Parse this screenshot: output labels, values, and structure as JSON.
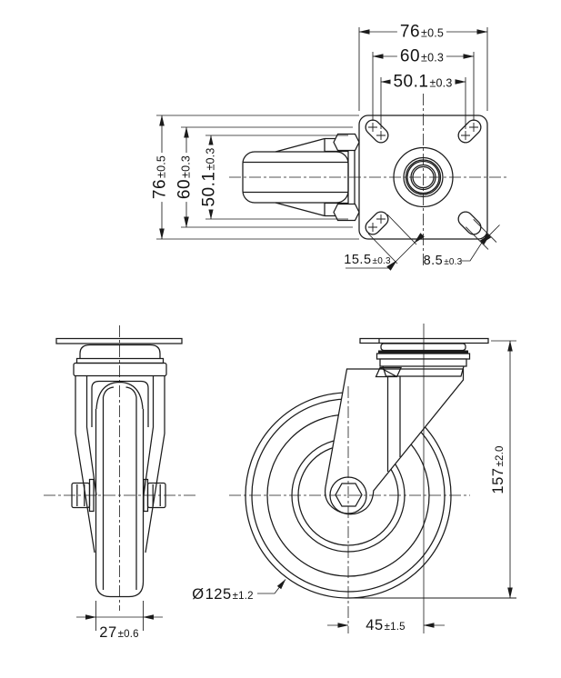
{
  "page": {
    "background": "#ffffff",
    "line_color": "#1b1b1b"
  },
  "top_view": {
    "width_dims": [
      {
        "value": "76",
        "tol": "±0.5"
      },
      {
        "value": "60",
        "tol": "±0.3"
      },
      {
        "value": "50.1",
        "tol": "±0.3"
      }
    ],
    "height_dims": [
      {
        "value": "76",
        "tol": "±0.5"
      },
      {
        "value": "60",
        "tol": "±0.3"
      },
      {
        "value": "50.1",
        "tol": "±0.3"
      }
    ],
    "slot_length": {
      "value": "15.5",
      "tol": "±0.3"
    },
    "slot_width": {
      "value": "8.5",
      "tol": "±0.3"
    }
  },
  "front_view": {
    "wheel_width": {
      "value": "27",
      "tol": "±0.6"
    }
  },
  "side_view": {
    "overall_height": {
      "value": "157",
      "tol": "±2.0"
    },
    "wheel_diameter": {
      "prefix": "Ø",
      "value": "125",
      "tol": "±1.2"
    },
    "swivel_offset": {
      "value": "45",
      "tol": "±1.5"
    }
  }
}
